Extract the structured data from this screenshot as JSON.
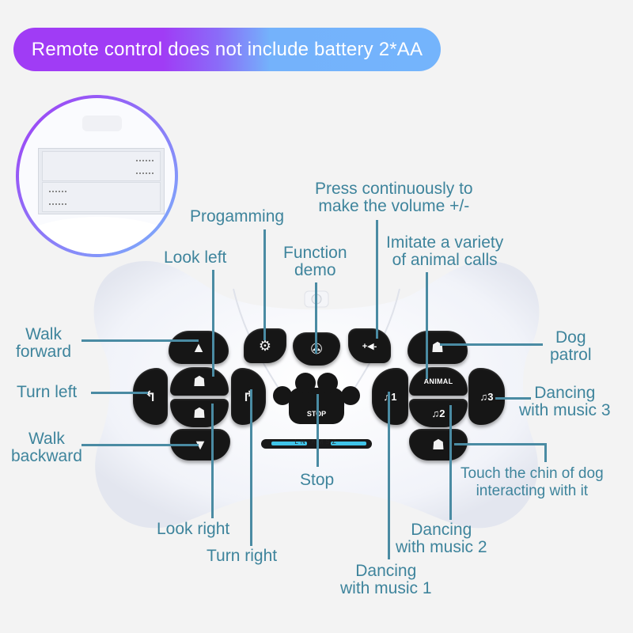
{
  "banner": {
    "text": "Remote control does not include battery 2*AA"
  },
  "inset": {
    "caption": "battery-compartment-2xAA"
  },
  "remote": {
    "indicator_text": "LN AMSZ",
    "stop_button_text": "STOP",
    "animal_button_text": "ANIMAL",
    "music_buttons": [
      "♫1",
      "♫2",
      "♫3"
    ],
    "volume_button_text": "+◀-"
  },
  "labels": {
    "progamming": "Progamming",
    "volume": [
      "Press continuously to",
      "make the volume +/-"
    ],
    "look_left": "Look left",
    "function_demo": [
      "Function",
      "demo"
    ],
    "animal_calls": [
      "Imitate a variety",
      "of animal calls"
    ],
    "walk_forward": [
      "Walk",
      "forward"
    ],
    "dog_patrol": [
      "Dog",
      "patrol"
    ],
    "turn_left": "Turn left",
    "dancing_3": [
      "Dancing",
      "with music 3"
    ],
    "walk_backward": [
      "Walk",
      "backward"
    ],
    "touch_chin": [
      "Touch the chin of dog",
      "interacting with it"
    ],
    "stop": "Stop",
    "look_right": "Look right",
    "turn_right": "Turn right",
    "dancing_2": [
      "Dancing",
      "with music 2"
    ],
    "dancing_1": [
      "Dancing",
      "with music 1"
    ]
  },
  "colors": {
    "label": "#3e849c",
    "line": "#4a8ba3",
    "banner_start": "#a03cf5",
    "banner_end": "#74b4fc",
    "button": "#161616"
  }
}
